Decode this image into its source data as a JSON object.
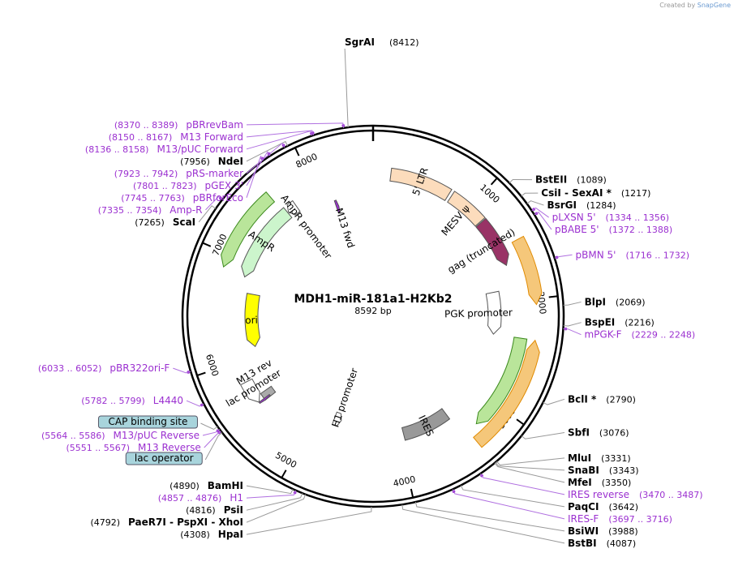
{
  "credit": {
    "prefix": "Created by",
    "brand": "SnapGene"
  },
  "plasmid": {
    "name": "MDH1-miR-181a1-H2Kb2",
    "length_label": "8592 bp",
    "length": 8592
  },
  "ticks": [
    {
      "pos": 1000,
      "label": "1000"
    },
    {
      "pos": 2000,
      "label": "2000"
    },
    {
      "pos": 3000,
      "label": "3000"
    },
    {
      "pos": 4000,
      "label": "4000"
    },
    {
      "pos": 5000,
      "label": "5000"
    },
    {
      "pos": 6000,
      "label": "6000"
    },
    {
      "pos": 7000,
      "label": "7000"
    },
    {
      "pos": 8000,
      "label": "8000"
    }
  ],
  "sites": [
    {
      "bp": 8412,
      "name": "SgrAI",
      "pos": "(8412)",
      "side": "top"
    },
    {
      "bp": 1089,
      "name": "BstEII",
      "pos": "(1089)",
      "side": "right"
    },
    {
      "bp": 1217,
      "name": "CsiI  -  SexAI *",
      "pos": "(1217)",
      "side": "right"
    },
    {
      "bp": 1284,
      "name": "BsrGI",
      "pos": "(1284)",
      "side": "right"
    },
    {
      "bp": 2069,
      "name": "BlpI",
      "pos": "(2069)",
      "side": "right"
    },
    {
      "bp": 2216,
      "name": "BspEI",
      "pos": "(2216)",
      "side": "right"
    },
    {
      "bp": 2790,
      "name": "BclI *",
      "pos": "(2790)",
      "side": "right"
    },
    {
      "bp": 3076,
      "name": "SbfI",
      "pos": "(3076)",
      "side": "right"
    },
    {
      "bp": 3331,
      "name": "MluI",
      "pos": "(3331)",
      "side": "right"
    },
    {
      "bp": 3343,
      "name": "SnaBI",
      "pos": "(3343)",
      "side": "right"
    },
    {
      "bp": 3350,
      "name": "MfeI",
      "pos": "(3350)",
      "side": "right"
    },
    {
      "bp": 3642,
      "name": "PaqCI",
      "pos": "(3642)",
      "side": "right"
    },
    {
      "bp": 3988,
      "name": "BsiWI",
      "pos": "(3988)",
      "side": "right"
    },
    {
      "bp": 4087,
      "name": "BstBI",
      "pos": "(4087)",
      "side": "right"
    },
    {
      "bp": 4308,
      "name": "HpaI",
      "pos": "(4308)",
      "side": "left"
    },
    {
      "bp": 4792,
      "name": "PaeR7I  -  PspXI  -  XhoI",
      "pos": "(4792)",
      "side": "left"
    },
    {
      "bp": 4816,
      "name": "PsiI",
      "pos": "(4816)",
      "side": "left"
    },
    {
      "bp": 4890,
      "name": "BamHI",
      "pos": "(4890)",
      "side": "left"
    },
    {
      "bp": 7265,
      "name": "ScaI",
      "pos": "(7265)",
      "side": "left"
    },
    {
      "bp": 7956,
      "name": "NdeI",
      "pos": "(7956)",
      "side": "left"
    }
  ],
  "primers": [
    {
      "bp": 8380,
      "name": "pBRrevBam",
      "pos": "(8370 .. 8389)",
      "side": "left"
    },
    {
      "bp": 8158,
      "name": "M13 Forward",
      "pos": "(8150 .. 8167)",
      "side": "left"
    },
    {
      "bp": 8147,
      "name": "M13/pUC Forward",
      "pos": "(8136 .. 8158)",
      "side": "left"
    },
    {
      "bp": 7932,
      "name": "pRS-marker",
      "pos": "(7923 .. 7942)",
      "side": "left"
    },
    {
      "bp": 7812,
      "name": "pGEX 3'",
      "pos": "(7801 .. 7823)",
      "side": "left"
    },
    {
      "bp": 7754,
      "name": "pBRforEco",
      "pos": "(7745 .. 7763)",
      "side": "left"
    },
    {
      "bp": 7345,
      "name": "Amp-R",
      "pos": "(7335 .. 7354)",
      "side": "left"
    },
    {
      "bp": 1345,
      "name": "pLXSN 5'",
      "pos": "(1334 .. 1356)",
      "side": "right"
    },
    {
      "bp": 1380,
      "name": "pBABE 5'",
      "pos": "(1372 .. 1388)",
      "side": "right"
    },
    {
      "bp": 1724,
      "name": "pBMN 5'",
      "pos": "(1716 .. 1732)",
      "side": "right"
    },
    {
      "bp": 2238,
      "name": "mPGK-F",
      "pos": "(2229 .. 2248)",
      "side": "right"
    },
    {
      "bp": 3478,
      "name": "IRES reverse",
      "pos": "(3470 .. 3487)",
      "side": "right"
    },
    {
      "bp": 3706,
      "name": "IRES-F",
      "pos": "(3697 .. 3716)",
      "side": "right"
    },
    {
      "bp": 4866,
      "name": "H1",
      "pos": "(4857 .. 4876)",
      "side": "left"
    },
    {
      "bp": 5559,
      "name": "M13 Reverse",
      "pos": "(5551 .. 5567)",
      "side": "left"
    },
    {
      "bp": 5575,
      "name": "M13/pUC Reverse",
      "pos": "(5564 .. 5586)",
      "side": "left"
    },
    {
      "bp": 5790,
      "name": "L4440",
      "pos": "(5782 .. 5799)",
      "side": "left"
    },
    {
      "bp": 6042,
      "name": "pBR322ori-F",
      "pos": "(6033 .. 6052)",
      "side": "left"
    }
  ],
  "boxed_labels": [
    {
      "bp": 5600,
      "name": "CAP binding site"
    },
    {
      "bp": 5545,
      "name": "lac operator"
    }
  ],
  "features": [
    {
      "name": "5' LTR",
      "start": 170,
      "end": 760,
      "ring": 1,
      "color": "#fcdcbc",
      "dir": "none",
      "label_mode": "inside"
    },
    {
      "name": "MESV ψ",
      "start": 790,
      "end": 1160,
      "ring": 1,
      "color": "#fcdcbc",
      "dir": "none",
      "label_mode": "below"
    },
    {
      "name": "gag (truncated)",
      "start": 1170,
      "end": 1650,
      "ring": 1,
      "color": "#993366",
      "dir": "fwd",
      "label_mode": "below"
    },
    {
      "name": "PGK promoter",
      "start": 1880,
      "end": 2350,
      "ring": 2,
      "color": "#ffffff",
      "dir": "fwd",
      "label_mode": "below"
    },
    {
      "name": "",
      "start": 1480,
      "end": 2050,
      "ring": 0,
      "color": "#f5c77a",
      "dir": "fwd",
      "label_mode": "none",
      "outline": "#e08a00"
    },
    {
      "name": "",
      "start": 2350,
      "end": 3350,
      "ring": 0,
      "color": "#f5c77a",
      "dir": "rev",
      "label_mode": "none",
      "outline": "#e08a00"
    },
    {
      "name": "",
      "start": 2350,
      "end": 3250,
      "ring": 0.7,
      "color": "#b9e59a",
      "dir": "fwd",
      "label_mode": "none",
      "outline": "#3c8a1e"
    },
    {
      "name": "IRES",
      "start": 3420,
      "end": 3950,
      "ring": 2,
      "color": "#999999",
      "dir": "none",
      "label_mode": "inside"
    },
    {
      "name": "H1 promoter",
      "start": 4700,
      "end": 4790,
      "ring": 2.6,
      "color": "#ffffff",
      "dir": "rev",
      "label_mode": "beside"
    },
    {
      "name": "",
      "start": 5540,
      "end": 5620,
      "ring": 1.6,
      "color": "#aaaaaa",
      "dir": "none",
      "label_mode": "none"
    },
    {
      "name": "lac promoter",
      "start": 5560,
      "end": 5790,
      "ring": 1.0,
      "color": "#ffffff",
      "dir": "rev",
      "label_mode": "none"
    },
    {
      "name": "M13 rev",
      "start": 5540,
      "end": 5560,
      "ring": 1.3,
      "color": "#9b30d0",
      "dir": "rev",
      "label_mode": "none"
    },
    {
      "name": "ori",
      "start": 6100,
      "end": 6690,
      "ring": 2,
      "color": "#ffff00",
      "dir": "rev",
      "label_mode": "inside"
    },
    {
      "name": "AmpR",
      "start": 6850,
      "end": 7650,
      "ring": 1.4,
      "color": "#ccf5cc",
      "dir": "rev",
      "label_mode": "inside"
    },
    {
      "name": "",
      "start": 6880,
      "end": 7620,
      "ring": 0.3,
      "color": "#b9e59a",
      "dir": "rev",
      "label_mode": "none",
      "outline": "#3c8a1e"
    },
    {
      "name": "AmpR promoter",
      "start": 7660,
      "end": 7760,
      "ring": 1.4,
      "color": "#ffffff",
      "dir": "rev",
      "label_mode": "beside"
    },
    {
      "name": "M13 fwd",
      "start": 8150,
      "end": 8180,
      "ring": 2.3,
      "color": "#9b30d0",
      "dir": "fwd",
      "label_mode": "beside"
    }
  ],
  "extra_labels": [
    {
      "name": "lac promoter"
    },
    {
      "name": "M13 rev"
    }
  ]
}
